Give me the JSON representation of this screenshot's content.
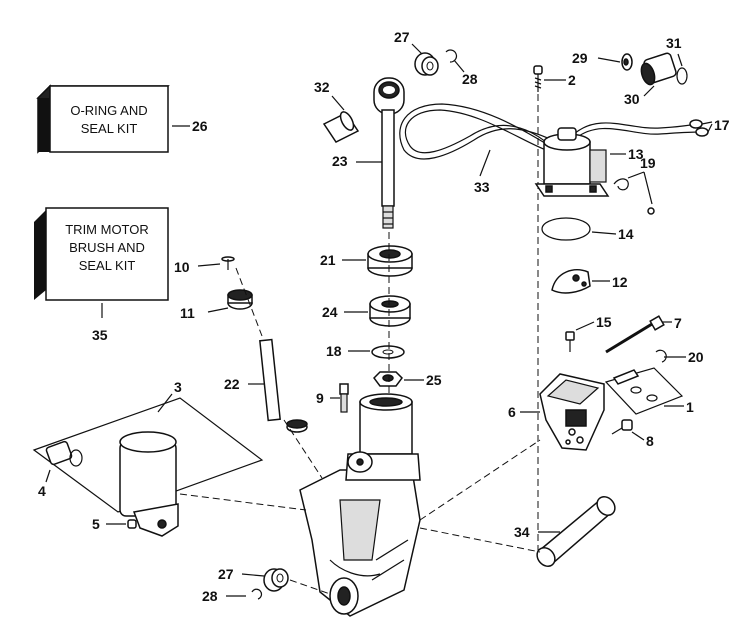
{
  "kits": {
    "oring_seal": {
      "line1": "O-RING AND",
      "line2": "SEAL KIT"
    },
    "trim_motor": {
      "line1": "TRIM MOTOR",
      "line2": "BRUSH AND",
      "line3": "SEAL KIT"
    }
  },
  "callouts": {
    "c1": "1",
    "c2": "2",
    "c3": "3",
    "c4": "4",
    "c5": "5",
    "c6": "6",
    "c7": "7",
    "c8": "8",
    "c9": "9",
    "c10": "10",
    "c11": "11",
    "c12": "12",
    "c13": "13",
    "c14": "14",
    "c15": "15",
    "c17": "17",
    "c18": "18",
    "c19": "19",
    "c20": "20",
    "c21": "21",
    "c22": "22",
    "c23": "23",
    "c24": "24",
    "c25": "25",
    "c26": "26",
    "c27a": "27",
    "c27b": "27",
    "c28a": "28",
    "c28b": "28",
    "c29": "29",
    "c30": "30",
    "c31": "31",
    "c32": "32",
    "c33": "33",
    "c34": "34",
    "c35": "35"
  }
}
